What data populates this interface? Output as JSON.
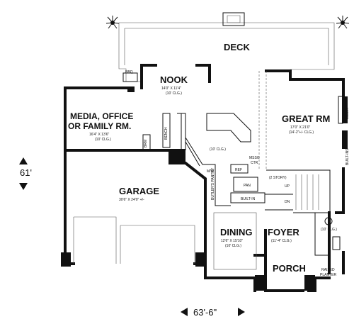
{
  "rooms": {
    "deck": {
      "name": "DECK"
    },
    "nook": {
      "name": "NOOK",
      "size": "14'0\" X 11'4\"",
      "ceiling": "(10' CLG.)"
    },
    "media": {
      "name_line1": "MEDIA, OFFICE",
      "name_line2": "OR FAMILY RM.",
      "size": "16'4\" X 13'6\"",
      "ceiling": "(10' CLG.)"
    },
    "great": {
      "name": "GREAT RM",
      "size": "17'0\" X 21'0\"",
      "ceiling": "(14'-2\"+/- CLG.)"
    },
    "kitchen": {
      "ceiling": "(10' CLG.)"
    },
    "garage": {
      "name": "GARAGE",
      "size": "30'6\" X 24'0\" +/-"
    },
    "dining": {
      "name": "DINING",
      "size": "12'6\" X 15'10\"",
      "ceiling": "(10' CLG.)"
    },
    "foyer": {
      "name": "FOYER",
      "ceiling": "(11'-4\" CLG.)"
    },
    "porch": {
      "name": "PORCH"
    },
    "powder": {
      "ceiling": "(10' CLG.)"
    }
  },
  "labels": {
    "bbq": "BBQ",
    "bench": "BENCH",
    "brm": "BRM",
    "ref": "REF",
    "pan": "PAN",
    "mssg": "MSSG",
    "ctr": "CTR",
    "built_in": "BUILT-IN",
    "built_ins": "BUILT-INS",
    "media_cab": "MEDIA",
    "butlers_pantry": "BUTLER'S PANTRY",
    "mw": "M/W",
    "two_story": "(2 STORY)",
    "up": "UP",
    "dn": "DN",
    "raised_planter_1": "RAISED",
    "raised_planter_2": "PLANTER",
    "fireplace_ctr": "(10' CLG.)"
  },
  "dimensions": {
    "depth": "61'",
    "width": "63'-6\""
  }
}
